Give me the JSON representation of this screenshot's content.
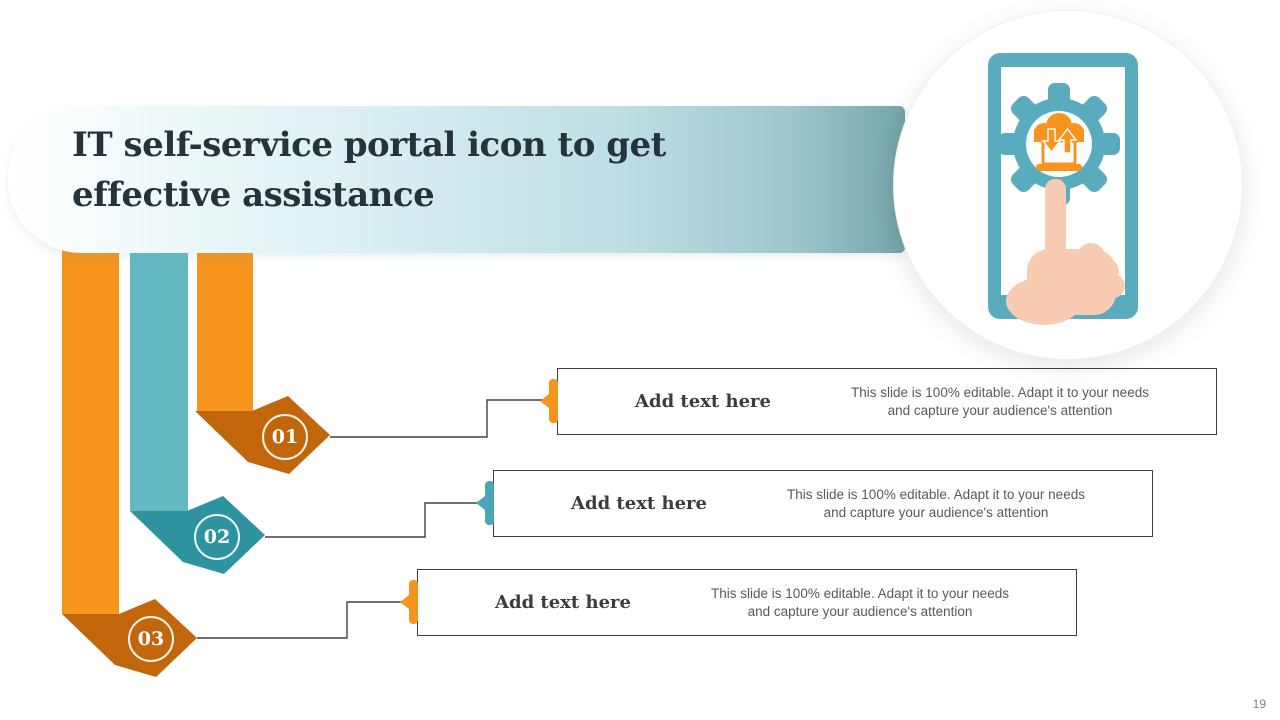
{
  "header": {
    "title_line1": "IT self-service portal icon to get",
    "title_line2": "effective assistance"
  },
  "hero_icon": {
    "name": "smartphone-gear-cloud-hand-icon"
  },
  "items": [
    {
      "number": "01",
      "label": "Add text here",
      "description_line1": "This slide is 100% editable. Adapt it to your needs",
      "description_line2": "and capture your audience's attention"
    },
    {
      "number": "02",
      "label": "Add text here",
      "description_line1": "This slide is 100% editable. Adapt it to your needs",
      "description_line2": "and capture your audience's attention"
    },
    {
      "number": "03",
      "label": "Add text here",
      "description_line1": "This slide is 100% editable. Adapt it to your needs",
      "description_line2": "and capture your audience's attention"
    }
  ],
  "footer": {
    "page_number": "19"
  },
  "colors": {
    "orange": "#f7941e",
    "orange_dark": "#c2660b",
    "teal": "#63b8c2",
    "teal_dark": "#2e93a1",
    "phone_teal": "#58acbe",
    "hand_skin": "#f8cbb3",
    "banner_end_teal": "#74a5a9",
    "title_text": "#25333c",
    "body_text": "#595959",
    "connector": "#404040"
  }
}
